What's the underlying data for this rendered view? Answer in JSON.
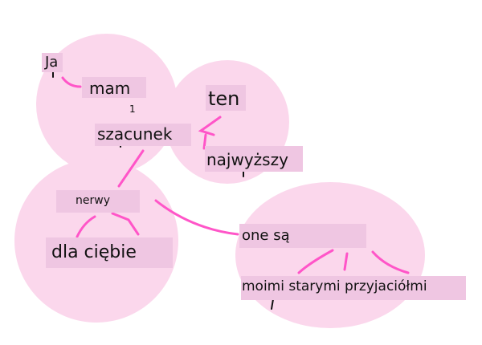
{
  "colors": {
    "background": "#ffffff",
    "bubble": "#fbd7ec",
    "highlight": "#efc6e2",
    "connector": "#ff55c8",
    "text": "#111111"
  },
  "words": {
    "ja": "Ja",
    "mam": "mam",
    "number": "1",
    "szacunek": "szacunek",
    "ten": "ten",
    "najwyzszy": "najwyższy",
    "nerwy": "nerwy",
    "dla_ciebie": "dla ciębie",
    "one_sa": "one są",
    "przyjaciolmi": "moimi starymi przyjaciółmi"
  }
}
